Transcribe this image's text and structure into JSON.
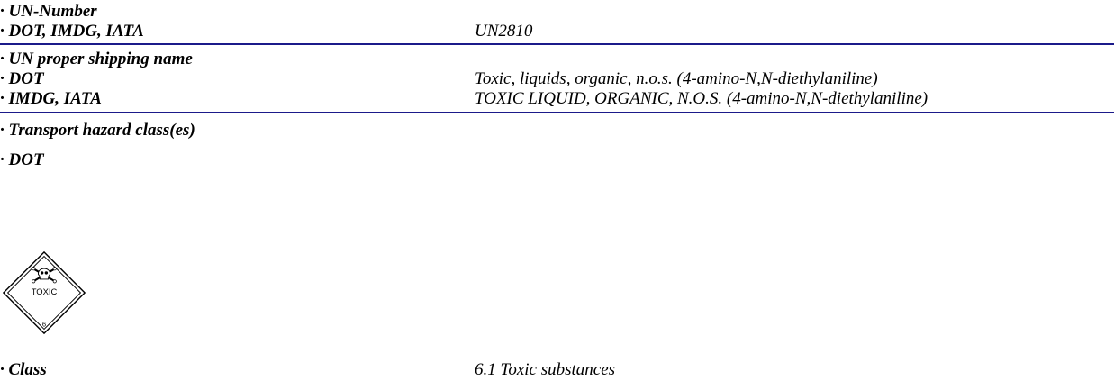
{
  "un_number": {
    "heading": "· UN-Number",
    "row_label": "· DOT, IMDG, IATA",
    "row_value": "UN2810"
  },
  "shipping_name": {
    "heading": "· UN proper shipping name",
    "dot_label": "· DOT",
    "dot_value": "Toxic, liquids, organic, n.o.s. (4-amino-N,N-diethylaniline)",
    "imdg_label": "· IMDG, IATA",
    "imdg_value": "TOXIC LIQUID, ORGANIC, N.O.S. (4-amino-N,N-diethylaniline)"
  },
  "hazard_class": {
    "heading": "· Transport hazard class(es)",
    "dot_label": "· DOT",
    "label_icon": "toxic-skull-crossbones-diamond",
    "label_text": "TOXIC",
    "label_number": "6",
    "class_label": "· Class",
    "class_value": "6.1 Toxic substances"
  },
  "colors": {
    "rule": "#1b1a8a",
    "text": "#000000"
  }
}
